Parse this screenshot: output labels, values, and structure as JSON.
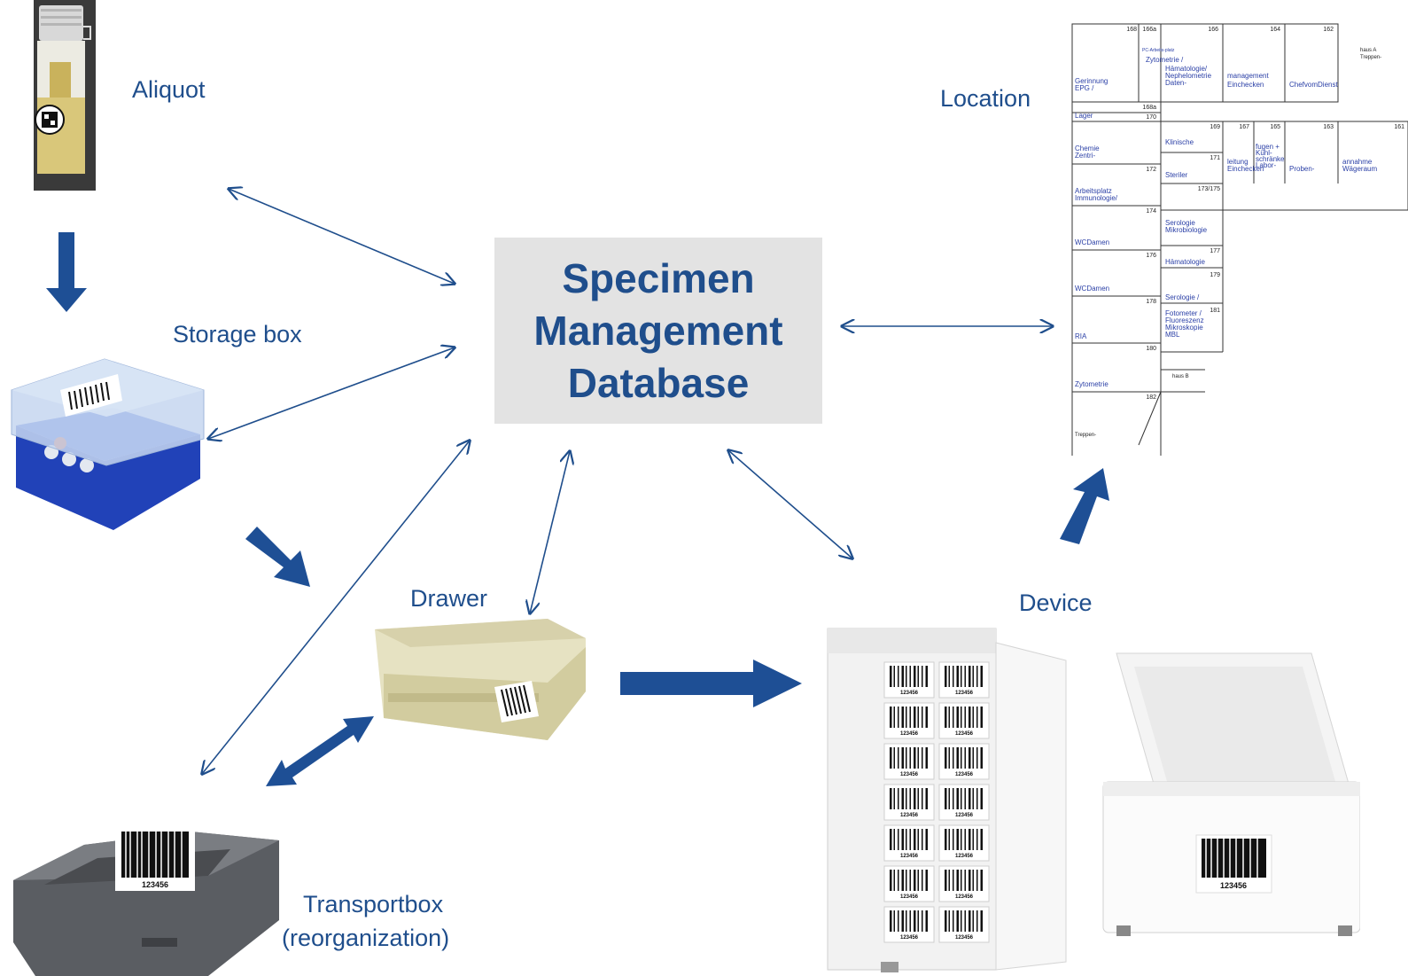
{
  "database": {
    "lines": [
      "Specimen",
      "Management",
      "Database"
    ]
  },
  "labels": {
    "aliquot": "Aliquot",
    "storage_box": "Storage box",
    "drawer": "Drawer",
    "transportbox": "Transportbox",
    "transportbox_note": "(reorganization)",
    "device": "Device",
    "location": "Location"
  },
  "barcode_number": "123456",
  "floor_plan": {
    "room_numbers": [
      "168",
      "166a",
      "166",
      "164",
      "162",
      "168a",
      "170",
      "169",
      "167",
      "165",
      "163",
      "161",
      "172",
      "171",
      "173/175",
      "174",
      "177",
      "176",
      "179",
      "178",
      "181",
      "180",
      "182"
    ],
    "room_names": [
      "PC-Arbeits-platz",
      "Zytometrie /",
      "Gerinnung",
      "EPG /",
      "Hämatologie/",
      "Nephelometrie",
      "Daten-",
      "management",
      "Einchecken",
      "ChefvomDienst",
      "Lager",
      "Klinische",
      "Chemie",
      "Zentri-",
      "fugen +",
      "Kühl-",
      "schränke",
      "Labor-",
      "leitung",
      "Einchecken",
      "Proben-",
      "annahme",
      "Wägeraum",
      "Steriler",
      "Arbeitsplatz",
      "Immunologie/",
      "Serologie",
      "Mikrobiologie",
      "WCDamen",
      "Hämatologie",
      "WCDamen",
      "Serologie /",
      "Fotometer /",
      "Fluoreszenz",
      "Mikroskopie",
      "MBL",
      "RIA",
      "Zytometrie",
      "Treppen-",
      "haus A",
      "Treppen-",
      "haus B"
    ]
  },
  "colors": {
    "accent": "#1f4e8c",
    "db_fill": "#e3e3e3",
    "arrow": "#1e4f95"
  }
}
